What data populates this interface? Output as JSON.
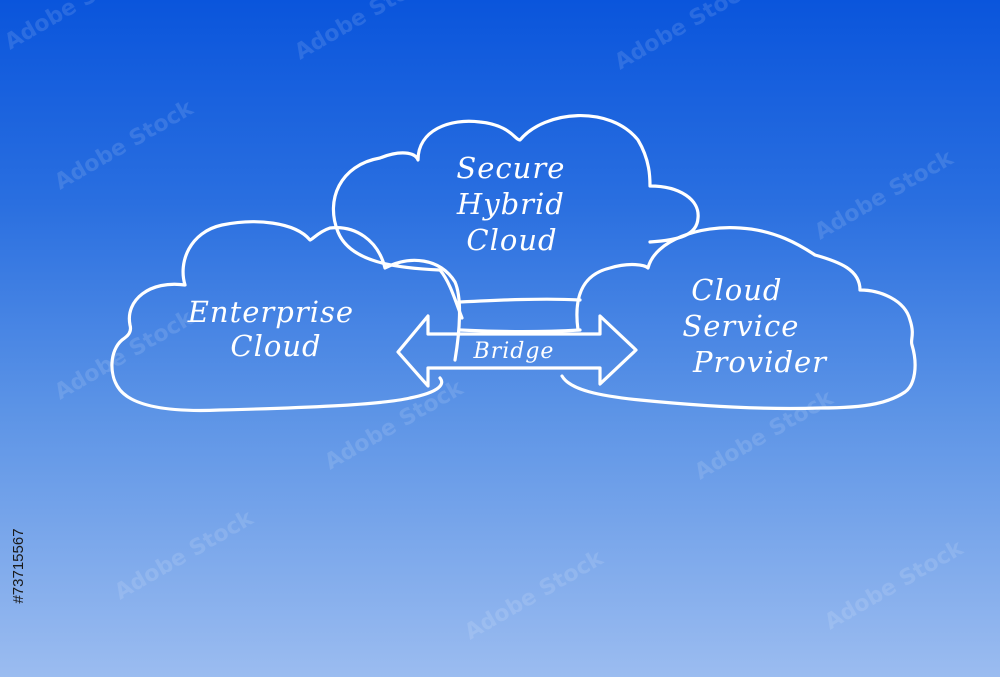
{
  "diagram": {
    "top_cloud_lines": [
      "Secure",
      "Hybrid",
      "Cloud"
    ],
    "left_cloud_lines": [
      "Enterprise",
      "Cloud"
    ],
    "right_cloud_lines": [
      "Cloud",
      "Service",
      "Provider"
    ],
    "bridge_label": "Bridge"
  },
  "watermark_text": "Adobe Stock",
  "stock_id": "#73715567",
  "colors": {
    "bg_top": "#0a55dc",
    "bg_bottom": "#9bbcf0",
    "line": "#ffffff"
  }
}
